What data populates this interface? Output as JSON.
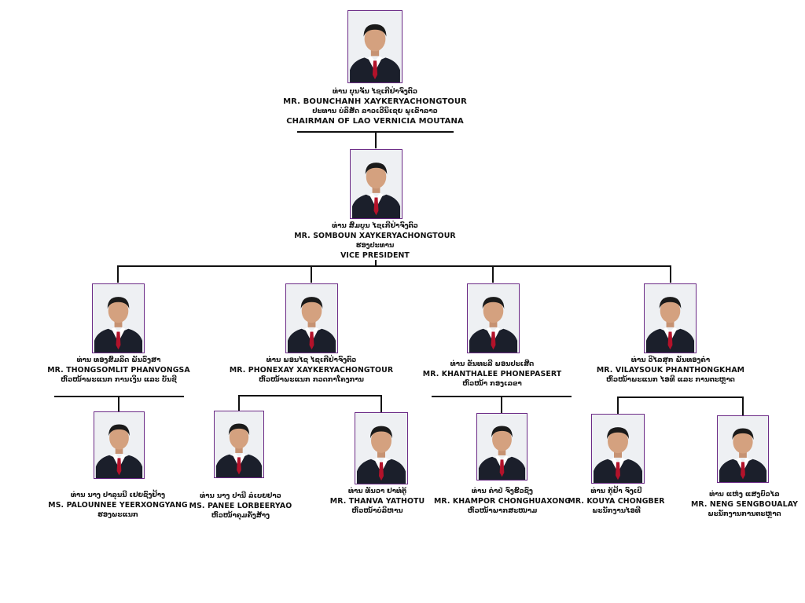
{
  "colors": {
    "photo_border": "#6b2a86",
    "line": "#111111",
    "suit": "#1b1f2b",
    "tie": "#b3122a"
  },
  "chairman": {
    "name_lao": "ທ່ານ ບຸນຈັນ ໄຊເກີຢ່າຈົງຕົວ",
    "name_en": "MR. BOUNCHANH XAYKERYACHONGTOUR",
    "title_lao": "ປະທານ ບໍລິສັດ ລາວເວີນິເຊຍ ພູເຂົາລາວ",
    "title_en": "CHAIRMAN OF LAO VERNICIA MOUTANA"
  },
  "vice_president": {
    "name_lao": "ທ່ານ ສົມບູນ ໄຊເກີຢ່າຈົງຕົວ",
    "name_en": "MR. SOMBOUN XAYKERYACHONGTOUR",
    "title_lao": "ຮອງປະທານ",
    "title_en": "VICE PRESIDENT"
  },
  "heads": [
    {
      "name_lao": "ທ່ານ ທອງສົມລິດ ພັນວົງສາ",
      "name_en": "MR. THONGSOMLIT PHANVONGSA",
      "title_lao": "ຫົວໜ້າພະແນກ ການເງິນ ແລະ ບັນຊີ"
    },
    {
      "name_lao": "ທ່ານ ພອນໄຊ ໄຊເກີຢ່າຈົງຕົວ",
      "name_en": "MR. PHONEXAY XAYKERYACHONGTOUR",
      "title_lao": "ຫົວໜ້າພະແນກ ກວດກາໂຄງການ"
    },
    {
      "name_lao": "ທ່ານ ຂັນທະລີ ພອນປະເສີດ",
      "name_en": "MR. KHANTHALEE PHONEPASERT",
      "title_lao": "ຫົວໜ້າ ກອງເລຂາ"
    },
    {
      "name_lao": "ທ່ານ ວິໄລສຸກ ພັນທອງຄຳ",
      "name_en": "MR. VILAYSOUK PHANTHONGKHAM",
      "title_lao": "ຫົວໜ້າພະແນກ ໄອທີ ແລະ ການຕະຫຼາດ"
    }
  ],
  "staff": [
    {
      "name_lao": "ທ່ານ ນາງ ປາລຸນນີ ເຢຍຊົງຢ້າງ",
      "name_en": "MS. PALOUNNEE YEERXONGYANG",
      "title_lao": "ຮອງພະແນກ"
    },
    {
      "name_lao": "ທ່ານ ນາງ ປານີ ລໍເບຍຢາວ",
      "name_en": "MS. PANEE LORBEERYAO",
      "title_lao": "ຫົວໜ້າຄຸມຄັ່ງສ້າງ"
    },
    {
      "name_lao": "ທ່ານ ທັນວາ ຢາທໍ່ຕູ້",
      "name_en": "MR. THANVA YATHOTU",
      "title_lao": "ຫົວໜ້າບໍລິຫານ"
    },
    {
      "name_lao": "ທ່ານ ຄຳປໍ ຈົງຮົວຊົງ",
      "name_en": "MR. KHAMPOR CHONGHUAXONG",
      "title_lao": "ຫົວໜ້າພາກສະໜາມ"
    },
    {
      "name_lao": "ທ່ານ ກູ້ຢ້າ ຈົງເບີ",
      "name_en": "MR. KOUYA CHONGBER",
      "title_lao": "ພະນັກງານໄອທີ"
    },
    {
      "name_lao": "ທ່ານ ແຫ່ງ ແສງບົວໄລ",
      "name_en": "MR. NENG SENGBOUALAY",
      "title_lao": "ພະນັກງານການຕະຫຼາດ"
    }
  ]
}
